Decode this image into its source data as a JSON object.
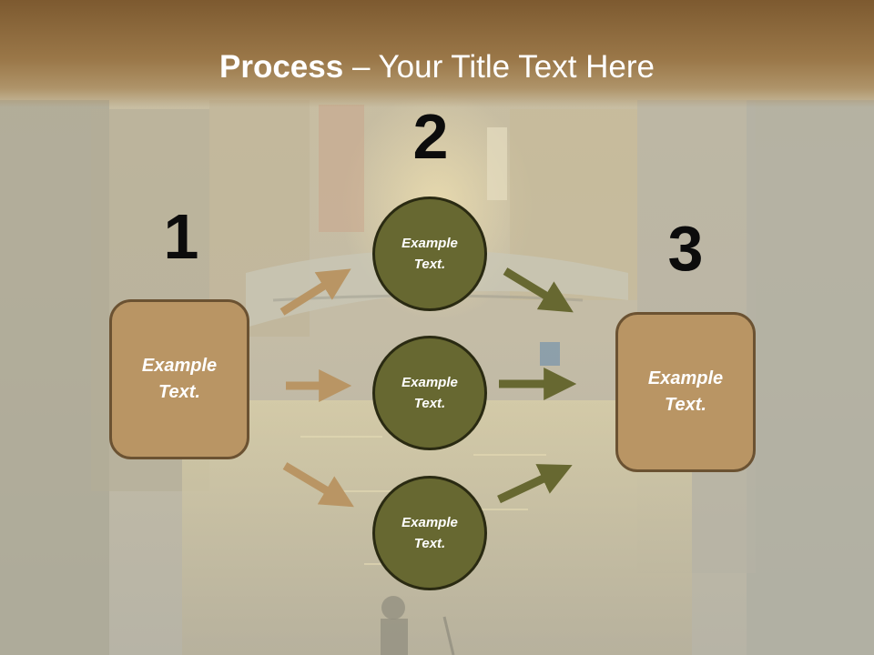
{
  "slide": {
    "title_bold": "Process",
    "title_rest": " – Your Title Text Here"
  },
  "steps": {
    "one": {
      "number": "1",
      "label": "Example Text."
    },
    "two": {
      "number": "2"
    },
    "three": {
      "number": "3",
      "label": "Example Text."
    }
  },
  "middle_nodes": [
    {
      "label": "Example Text."
    },
    {
      "label": "Example Text."
    },
    {
      "label": "Example Text."
    }
  ],
  "colors": {
    "box_fill": "#b99564",
    "circle_fill": "#676831",
    "arrow_left": "#b99564",
    "arrow_right": "#676831"
  }
}
